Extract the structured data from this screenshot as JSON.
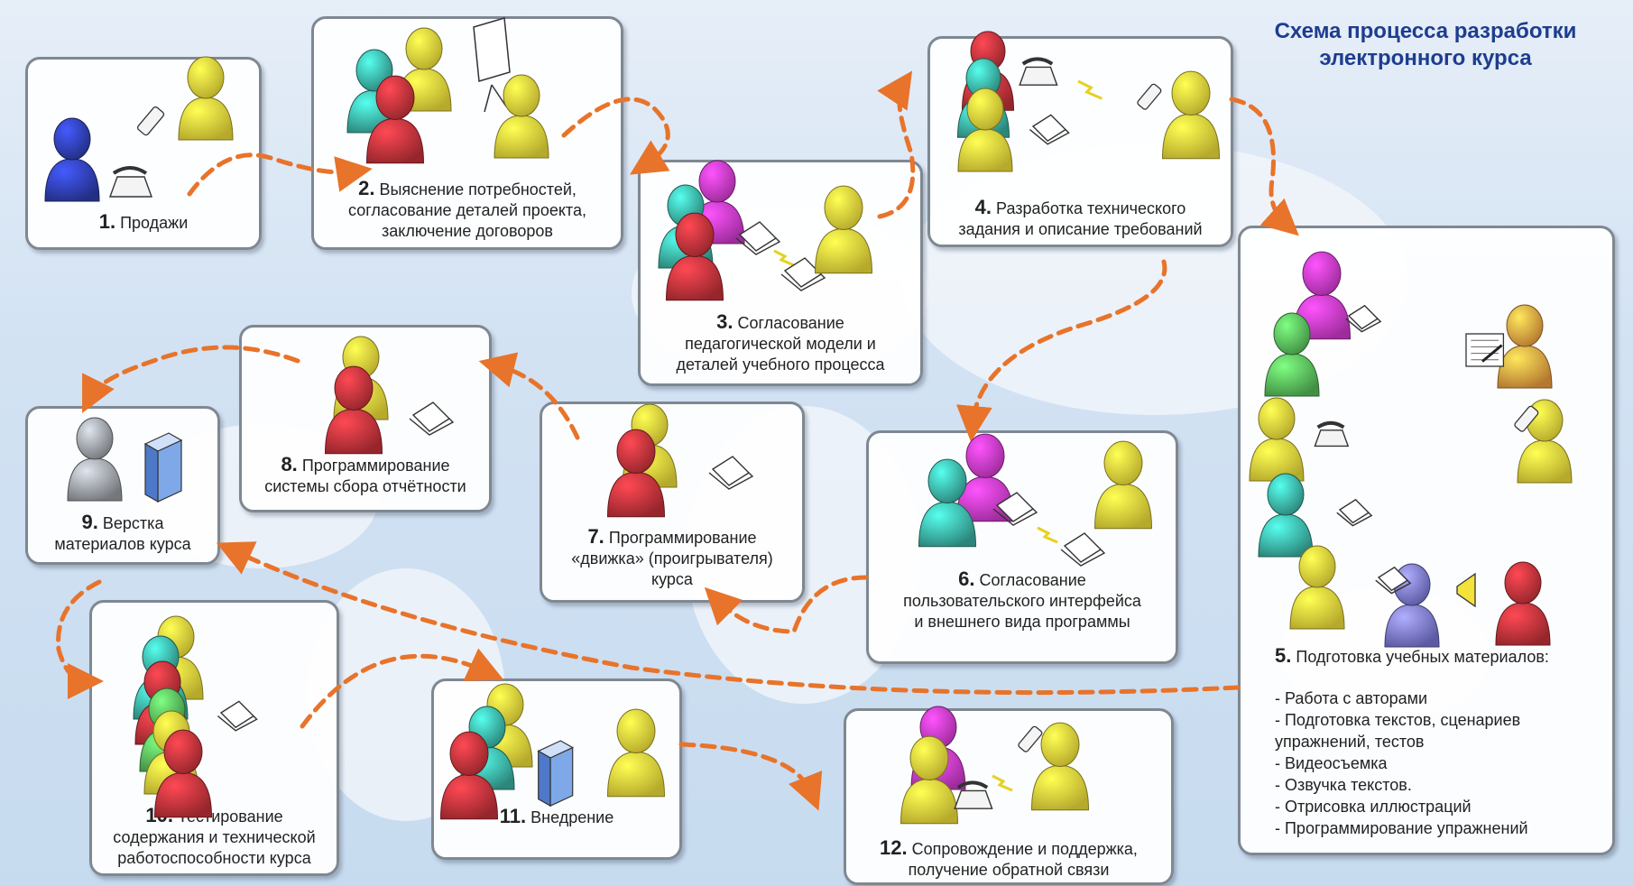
{
  "title": [
    "Схема процесса разработки",
    "электронного курса"
  ],
  "steps": [
    {
      "num": "1.",
      "lines": [
        "Продажи"
      ]
    },
    {
      "num": "2.",
      "lines": [
        "Выяснение потребностей,",
        "согласование деталей проекта,",
        "заключение договоров"
      ]
    },
    {
      "num": "3.",
      "lines": [
        "Согласование",
        "педагогической модели и",
        "деталей учебного процесса"
      ]
    },
    {
      "num": "4.",
      "lines": [
        "Разработка технического",
        "задания и описание требований"
      ]
    },
    {
      "num": "5.",
      "heading": "Подготовка учебных материалов:",
      "items": [
        "- Работа с авторами",
        "- Подготовка текстов, сценариев",
        "упражнений, тестов",
        "- Видеосъемка",
        "- Озвучка текстов.",
        "- Отрисовка иллюстраций",
        "- Программирование упражнений"
      ]
    },
    {
      "num": "6.",
      "lines": [
        "Согласование",
        "пользовательского интерфейса",
        "и внешнего вида программы"
      ]
    },
    {
      "num": "7.",
      "lines": [
        "Программирование",
        "«движка» (проигрывателя)",
        "курса"
      ]
    },
    {
      "num": "8.",
      "lines": [
        "Программирование",
        "системы сбора отчётности"
      ]
    },
    {
      "num": "9.",
      "lines": [
        "Верстка",
        "материалов курса"
      ]
    },
    {
      "num": "10.",
      "lines": [
        "Тестирование",
        "содержания и технической",
        "работоспособности курса"
      ]
    },
    {
      "num": "11.",
      "lines": [
        "Внедрение"
      ]
    },
    {
      "num": "12.",
      "lines": [
        "Сопровождение и поддержка,",
        "получение обратной связи"
      ]
    }
  ],
  "colors": {
    "arrow": "#e8732a",
    "box_border": "#7f8891",
    "title": "#1d3d8f",
    "person_yellow": "#f2e23a",
    "person_red": "#c8323a",
    "person_teal": "#3bb3a4",
    "person_magenta": "#d23ad0",
    "person_green": "#58c05a",
    "person_blue": "#2f3fb0",
    "person_orange": "#f0a040",
    "person_grey": "#9a9ea4",
    "person_purple": "#7a78d8"
  },
  "icons": [
    "person-icon",
    "phone-icon",
    "mobile-phone-icon",
    "laptop-icon",
    "flipchart-icon",
    "server-icon",
    "document-sign-icon",
    "speaker-icon",
    "lightning-icon"
  ]
}
